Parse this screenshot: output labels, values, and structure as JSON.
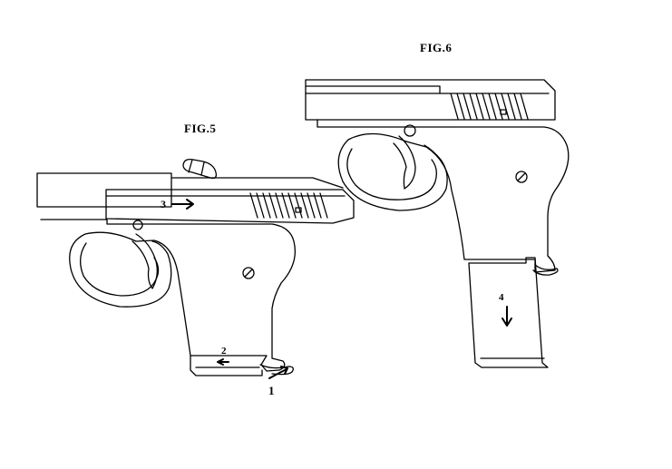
{
  "figures": {
    "fig5": {
      "title": "FIG.5"
    },
    "fig6": {
      "title": "FIG.6"
    }
  },
  "callouts": {
    "c1": "1",
    "c2": "2",
    "c3": "3",
    "c4": "4"
  }
}
